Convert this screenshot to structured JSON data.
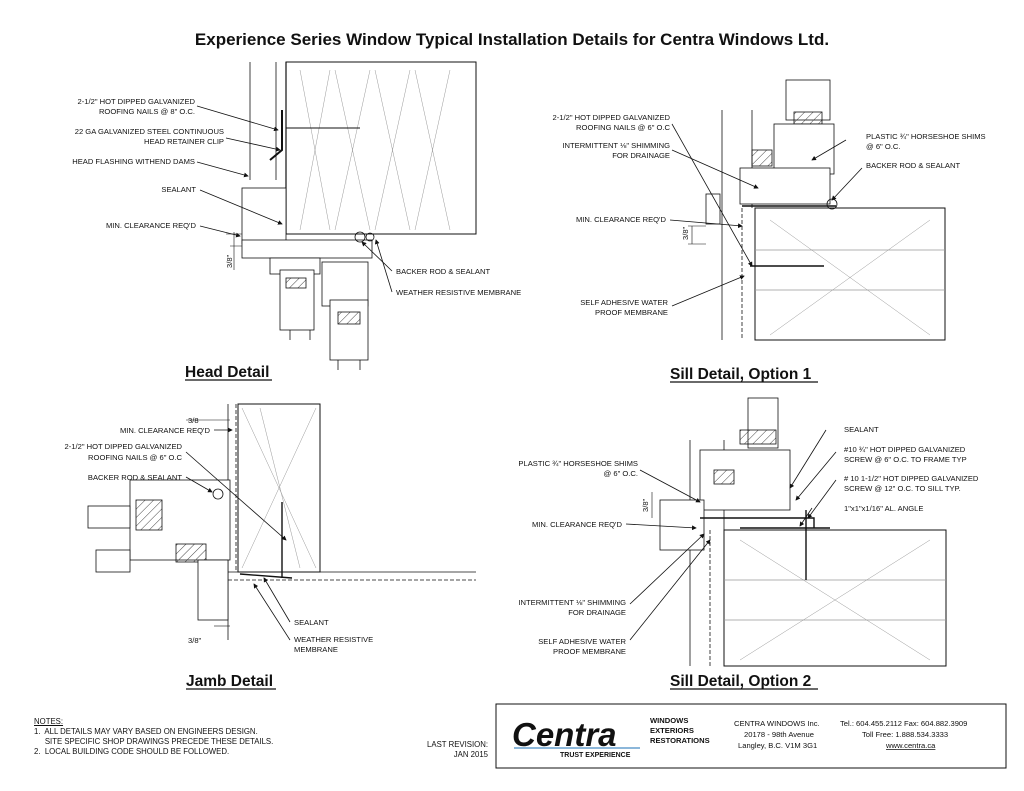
{
  "title": "Experience Series Window Typical Installation Details for Centra Windows Ltd.",
  "head_detail": {
    "caption": "Head Detail",
    "labels": [
      [
        "2-1/2\" HOT DIPPED GALVANIZED",
        "ROOFING NAILS @ 8\" O.C."
      ],
      [
        "22 GA GALVANIZED STEEL CONTINUOUS",
        "HEAD RETAINER CLIP"
      ],
      [
        "HEAD FLASHING WITHEND DAMS"
      ],
      [
        "SEALANT"
      ],
      [
        "MIN. CLEARANCE REQ'D"
      ],
      [
        "BACKER ROD & SEALANT"
      ],
      [
        "WEATHER RESISTIVE MEMBRANE"
      ]
    ],
    "dim": "3/8\""
  },
  "sill_detail_1": {
    "caption": "Sill Detail, Option 1",
    "labels": [
      [
        "2-1/2\" HOT DIPPED GALVANIZED",
        "ROOFING NAILS @ 6\" O.C"
      ],
      [
        "INTERMITTENT ⅛\" SHIMMING",
        "FOR DRAINAGE"
      ],
      [
        "PLASTIC ¾\" HORSESHOE SHIMS",
        "@ 6\" O.C."
      ],
      [
        "BACKER ROD & SEALANT"
      ],
      [
        "MIN. CLEARANCE REQ'D"
      ],
      [
        "SELF ADHESIVE WATER",
        "PROOF MEMBRANE"
      ]
    ],
    "dim": "3/8\""
  },
  "jamb_detail": {
    "caption": "Jamb Detail",
    "labels": [
      [
        "MIN. CLEARANCE REQ'D"
      ],
      [
        "2-1/2\" HOT DIPPED GALVANIZED",
        "ROOFING NAILS @ 6\" O.C"
      ],
      [
        "BACKER ROD & SEALANT"
      ],
      [
        "SEALANT"
      ],
      [
        "WEATHER RESISTIVE",
        "MEMBRANE"
      ]
    ],
    "dim_top": "3/8",
    "dim_bottom": "3/8\""
  },
  "sill_detail_2": {
    "caption": "Sill Detail, Option 2",
    "labels": [
      [
        "SEALANT"
      ],
      [
        "#10 ¾\" HOT DIPPED GALVANIZED",
        "SCREW @ 6\" O.C. TO FRAME TYP"
      ],
      [
        "# 10 1-1/2\" HOT DIPPED GALVANIZED",
        "SCREW @ 12\" O.C. TO SILL TYP."
      ],
      [
        "1\"x1\"x1/16\" AL. ANGLE"
      ],
      [
        "PLASTIC ¾\" HORSESHOE SHIMS",
        "@ 6\" O.C."
      ],
      [
        "MIN. CLEARANCE REQ'D"
      ],
      [
        "INTERMITTENT ⅛\" SHIMMING",
        "FOR DRAINAGE"
      ],
      [
        "SELF ADHESIVE WATER",
        "PROOF MEMBRANE"
      ]
    ],
    "dim": "3/8\""
  },
  "notes": {
    "heading": "NOTES:",
    "line1": "1.  ALL DETAILS MAY VARY BASED ON ENGINEERS DESIGN.",
    "line2": "     SITE SPECIFIC SHOP DRAWINGS PRECEDE THESE DETAILS.",
    "line3": "2.  LOCAL BUILDING CODE SHOULD BE FOLLOWED."
  },
  "revision": {
    "label": "LAST REVISION:",
    "date": "JAN 2015"
  },
  "logo": {
    "word": "Centra",
    "tag1": "WINDOWS",
    "tag2": "EXTERIORS",
    "tag3": "RESTORATIONS",
    "slogan": "TRUST EXPERIENCE",
    "color": "#1a6fb5"
  },
  "company": {
    "name": "CENTRA WINDOWS Inc.",
    "street": "20178 - 98th Avenue",
    "city": "Langley, B.C. V1M 3G1",
    "phone": "Tel.: 604.455.2112 Fax: 604.882.3909",
    "tollfree": "Toll Free: 1.888.534.3333",
    "web": "www.centra.ca"
  }
}
